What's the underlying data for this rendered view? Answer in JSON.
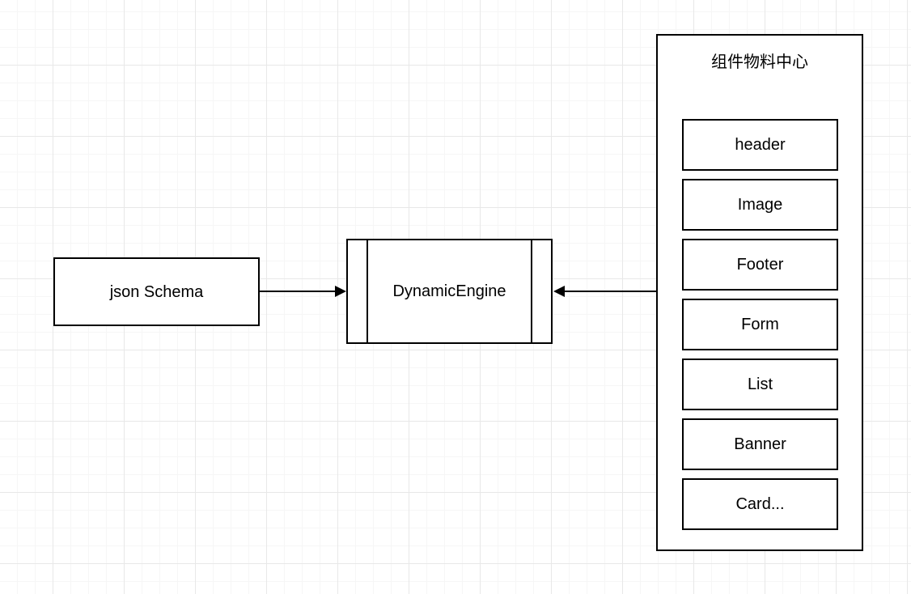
{
  "diagram": {
    "nodes": {
      "json_schema": {
        "label": "json Schema",
        "shape": "rectangle"
      },
      "dynamic_engine": {
        "label": "DynamicEngine",
        "shape": "process"
      },
      "material_center": {
        "title": "组件物料中心",
        "shape": "container",
        "items": [
          "header",
          "Image",
          "Footer",
          "Form",
          "List",
          "Banner",
          "Card..."
        ]
      }
    },
    "edges": [
      {
        "from": "json_schema",
        "to": "dynamic_engine",
        "arrow": "right"
      },
      {
        "from": "material_center",
        "to": "dynamic_engine",
        "arrow": "left"
      }
    ],
    "colors": {
      "stroke": "#000000",
      "fill": "#ffffff",
      "grid_minor": "#f6f6f6",
      "grid_major": "#e8e8e8",
      "background": "#ffffff"
    }
  }
}
